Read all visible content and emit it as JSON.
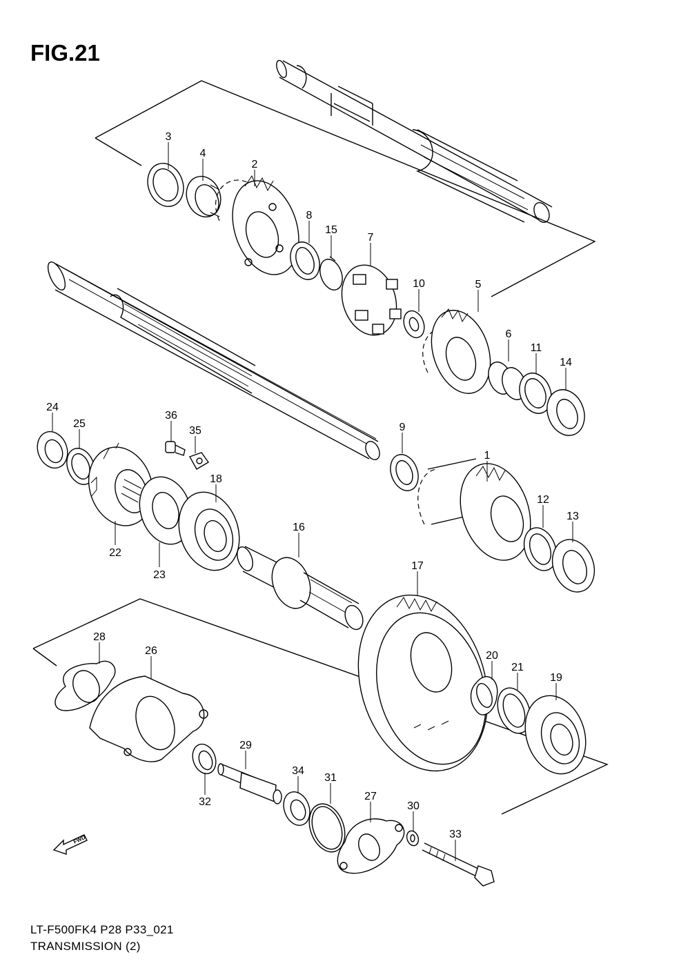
{
  "figure": {
    "title": "FIG.21",
    "model_code": "LT-F500FK4 P28 P33_021",
    "name": "TRANSMISSION (2)",
    "fwd_label": "FWD"
  },
  "parts": [
    {
      "id": "1"
    },
    {
      "id": "2"
    },
    {
      "id": "3"
    },
    {
      "id": "4"
    },
    {
      "id": "5"
    },
    {
      "id": "6"
    },
    {
      "id": "7"
    },
    {
      "id": "8"
    },
    {
      "id": "9"
    },
    {
      "id": "10"
    },
    {
      "id": "11"
    },
    {
      "id": "12"
    },
    {
      "id": "13"
    },
    {
      "id": "14"
    },
    {
      "id": "15"
    },
    {
      "id": "16"
    },
    {
      "id": "17"
    },
    {
      "id": "18"
    },
    {
      "id": "19"
    },
    {
      "id": "20"
    },
    {
      "id": "21"
    },
    {
      "id": "22"
    },
    {
      "id": "23"
    },
    {
      "id": "24"
    },
    {
      "id": "25"
    },
    {
      "id": "26"
    },
    {
      "id": "27"
    },
    {
      "id": "28"
    },
    {
      "id": "29"
    },
    {
      "id": "30"
    },
    {
      "id": "31"
    },
    {
      "id": "32"
    },
    {
      "id": "33"
    },
    {
      "id": "34"
    },
    {
      "id": "35"
    },
    {
      "id": "36"
    }
  ]
}
